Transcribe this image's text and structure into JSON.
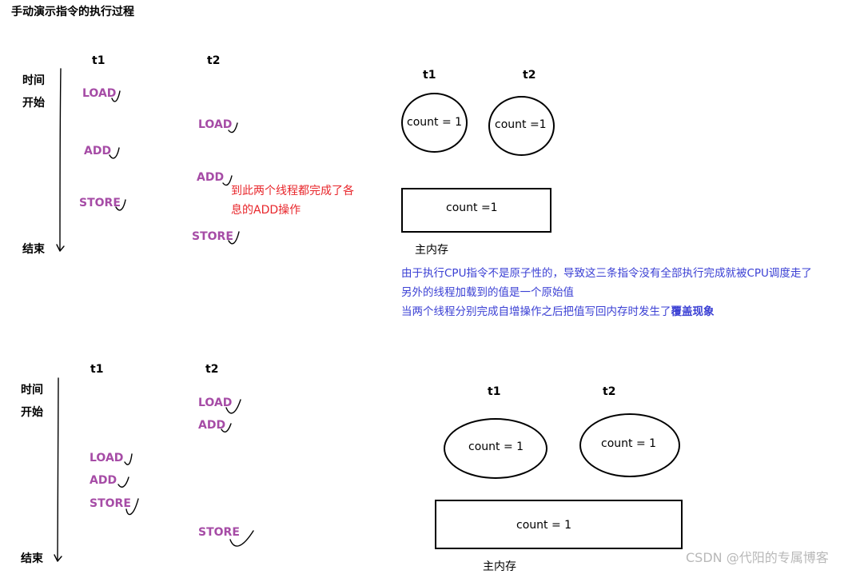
{
  "title": "手动演示指令的执行过程",
  "top": {
    "col_t1": "t1",
    "col_t2": "t2",
    "start_line1": "时间",
    "start_line2": "开始",
    "end_label": "结束",
    "t1_steps": [
      "LOAD",
      "ADD",
      "STORE"
    ],
    "t2_steps": [
      "LOAD",
      "ADD",
      "STORE"
    ],
    "note_line1": "到此两个线程都完成了各",
    "note_line2": "息的ADD操作",
    "diagram": {
      "t1_label": "t1",
      "t2_label": "t2",
      "t1_count": "count = 1",
      "t2_count": "count =1",
      "memory_count": "count =1",
      "memory_label": "主内存"
    },
    "explanation": {
      "line1": "由于执行CPU指令不是原子性的，导致这三条指令没有全部执行完成就被CPU调度走了",
      "line2": "另外的线程加载到的值是一个原始值",
      "line3_prefix": "当两个线程分别完成自增操作之后把值写回内存时发生了",
      "line3_bold": "覆盖现象"
    }
  },
  "bottom": {
    "col_t1": "t1",
    "col_t2": "t2",
    "start_line1": "时间",
    "start_line2": "开始",
    "end_label": "结束",
    "t2_steps_top": [
      "LOAD",
      "ADD"
    ],
    "t1_steps": [
      "LOAD",
      "ADD",
      "STORE"
    ],
    "t2_store": "STORE",
    "diagram": {
      "t1_label": "t1",
      "t2_label": "t2",
      "t1_count": "count = 1",
      "t2_count": "count = 1",
      "memory_count": "count = 1",
      "memory_label": "主内存"
    }
  },
  "watermark": "CSDN @代阳的专属博客"
}
